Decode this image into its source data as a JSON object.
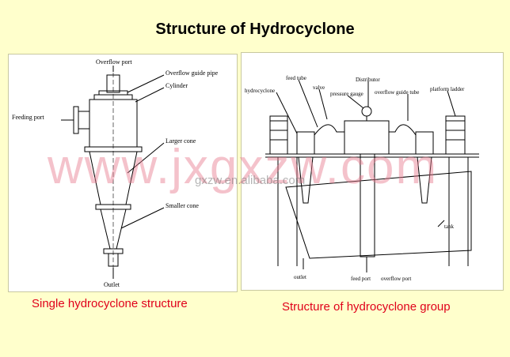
{
  "title": "Structure of Hydrocyclone",
  "left_panel": {
    "caption": "Single hydrocyclone structure",
    "labels": {
      "overflow_port": "Overflow port",
      "overflow_guide_pipe": "Overflow guide pipe",
      "cylinder": "Cylinder",
      "feeding_port": "Feeding port",
      "larger_cone": "Larger cone",
      "smaller_cone": "Smaller cone",
      "outlet": "Outlet"
    }
  },
  "right_panel": {
    "caption": "Structure  of hydrocyclone group",
    "labels": {
      "hydrocyclone": "hydrocyclone",
      "feed_tube": "feed tube",
      "valve": "valve",
      "pressure_gauge": "pressure gauge",
      "distributor": "Distributor",
      "overflow_guide_tube": "overflow guide tube",
      "platform_ladder": "platform ladder",
      "tank": "tank",
      "outlet": "outlet",
      "feed_port": "feed port",
      "overflow_port": "overflow port"
    }
  },
  "watermark": {
    "large": "www.jxgxzw.com",
    "small": "gxzw.en.alibaba.com"
  }
}
